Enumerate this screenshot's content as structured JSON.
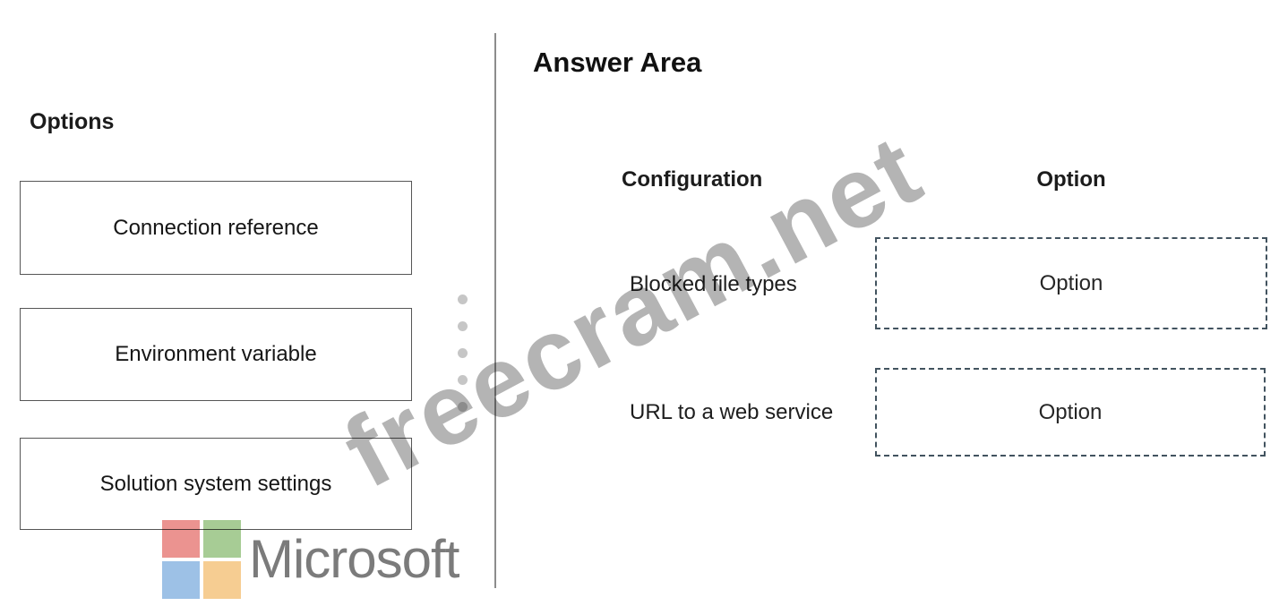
{
  "watermark": {
    "text": "freecram.net"
  },
  "options_panel": {
    "title": "Options",
    "items": [
      "Connection reference",
      "Environment variable",
      "Solution system settings"
    ]
  },
  "answer_area": {
    "title": "Answer Area",
    "configuration_header": "Configuration",
    "option_header": "Option",
    "rows": [
      {
        "configuration": "Blocked file types",
        "option_value": "Option"
      },
      {
        "configuration": "URL to a web service",
        "option_value": "Option"
      }
    ]
  },
  "brand": {
    "logo_text": "Microsoft"
  },
  "icons": {
    "divider_dots": "vertical-dots-drag-indicator",
    "microsoft_logo": "microsoft-four-squares"
  },
  "colors": {
    "dashed_border": "#42535f",
    "box_border": "#565656",
    "divider_gray": "#8c8c8c",
    "watermark_gray": "#b4b4b4",
    "dots_gray": "#c6c6c6",
    "logo_red": "#eb9390",
    "logo_green": "#a7cc95",
    "logo_blue": "#9dc1e6",
    "logo_yellow": "#f6cd92",
    "logo_text_gray": "#7b7b7b"
  }
}
